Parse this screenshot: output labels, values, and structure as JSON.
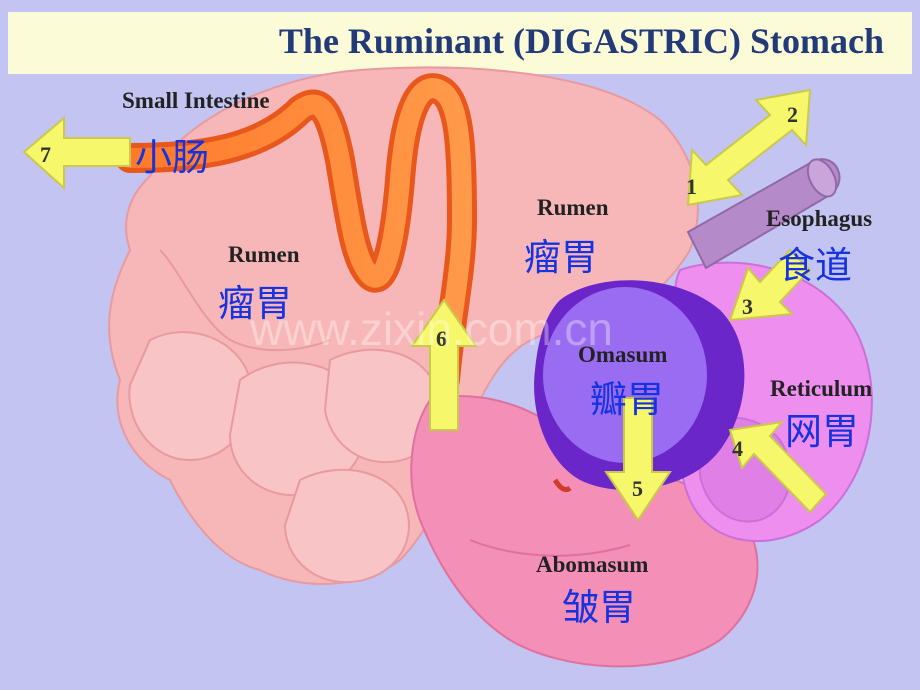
{
  "title": "The Ruminant (DIGASTRIC) Stomach",
  "watermark": "www.zixin.com.cn",
  "labels": {
    "small_intestine_en": "Small Intestine",
    "small_intestine_zh": "小肠",
    "rumen_left_en": "Rumen",
    "rumen_left_zh": "瘤胃",
    "rumen_top_en": "Rumen",
    "rumen_top_zh": "瘤胃",
    "esophagus_en": "Esophagus",
    "esophagus_zh": "食道",
    "omasum_en": "Omasum",
    "omasum_zh": "瓣胃",
    "reticulum_en": "Reticulum",
    "reticulum_zh": "网胃",
    "abomasum_en": "Abomasum",
    "abomasum_zh": "皱胃"
  },
  "arrows": {
    "a1": "1",
    "a2": "2",
    "a3": "3",
    "a4": "4",
    "a5": "5",
    "a6": "6",
    "a7": "7"
  },
  "colors": {
    "background": "#c3c4f2",
    "title_bar": "#fbfbd8",
    "title_text": "#223a78",
    "rumen": "#f7b7b9",
    "abomasum": "#f48fb7",
    "reticulum": "#ee8ff0",
    "omasum": "#9a6cf2",
    "omasum_dark": "#6a26c8",
    "esophagus": "#b48ac9",
    "intestine": "#ff8a3a",
    "arrow": "#f6f76a",
    "zh_text": "#1733e0"
  }
}
